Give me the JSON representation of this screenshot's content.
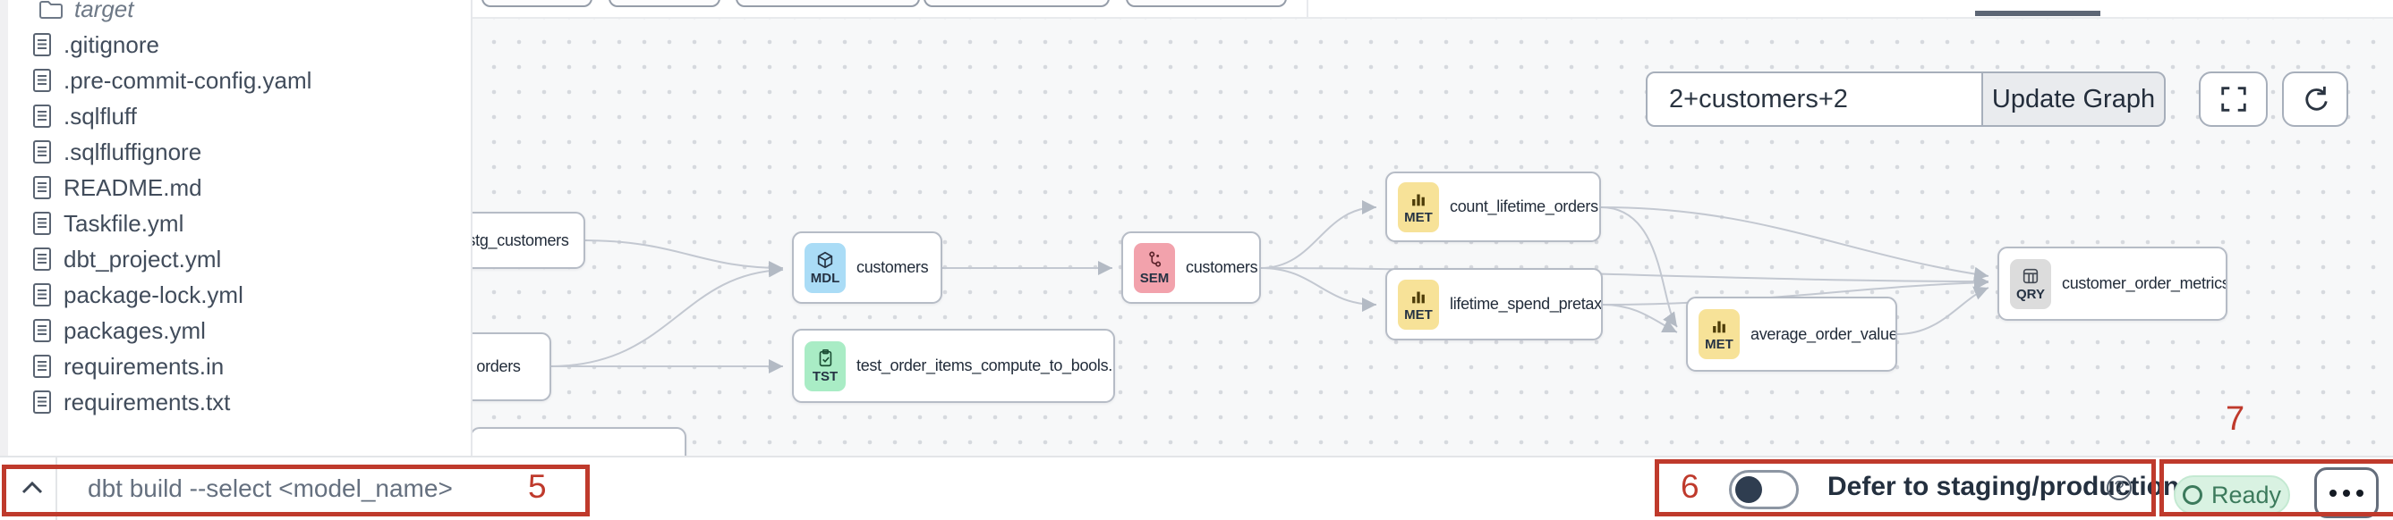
{
  "sidebar": {
    "files": [
      {
        "name": "target",
        "kind": "folder"
      },
      {
        "name": ".gitignore",
        "kind": "file"
      },
      {
        "name": ".pre-commit-config.yaml",
        "kind": "file"
      },
      {
        "name": ".sqlfluff",
        "kind": "file"
      },
      {
        "name": ".sqlfluffignore",
        "kind": "file"
      },
      {
        "name": "README.md",
        "kind": "file"
      },
      {
        "name": "Taskfile.yml",
        "kind": "file"
      },
      {
        "name": "dbt_project.yml",
        "kind": "file"
      },
      {
        "name": "package-lock.yml",
        "kind": "file"
      },
      {
        "name": "packages.yml",
        "kind": "file"
      },
      {
        "name": "requirements.in",
        "kind": "file"
      },
      {
        "name": "requirements.txt",
        "kind": "file"
      }
    ]
  },
  "lineage": {
    "selector": {
      "value": "2+customers+2",
      "update_label": "Update Graph"
    },
    "nodes": [
      {
        "label": "stg_customers",
        "badge": ""
      },
      {
        "label": "orders",
        "badge": ""
      },
      {
        "label": "customers",
        "badge": "MDL"
      },
      {
        "label": "test_order_items_compute_to_bools...",
        "badge": "TST"
      },
      {
        "label": "customers",
        "badge": "SEM"
      },
      {
        "label": "count_lifetime_orders",
        "badge": "MET"
      },
      {
        "label": "lifetime_spend_pretax",
        "badge": "MET"
      },
      {
        "label": "average_order_value",
        "badge": "MET"
      },
      {
        "label": "customer_order_metrics",
        "badge": "QRY"
      }
    ],
    "badge_colors": {
      "MDL": "#aadcf6",
      "SEM": "#f2a2ac",
      "MET": "#f7e298",
      "TST": "#a9ecc5",
      "QRY": "#dcdcdc"
    }
  },
  "command_bar": {
    "placeholder": "dbt build --select <model_name>",
    "defer_label": "Defer to staging/production",
    "help_glyph": "?",
    "status_label": "Ready",
    "status_color": "#3c7a5c",
    "status_bg": "#d9f2e2"
  },
  "annotations": {
    "color": "#bf3a2c",
    "command_input": "5",
    "defer_toggle": "6",
    "status_group": "7"
  }
}
